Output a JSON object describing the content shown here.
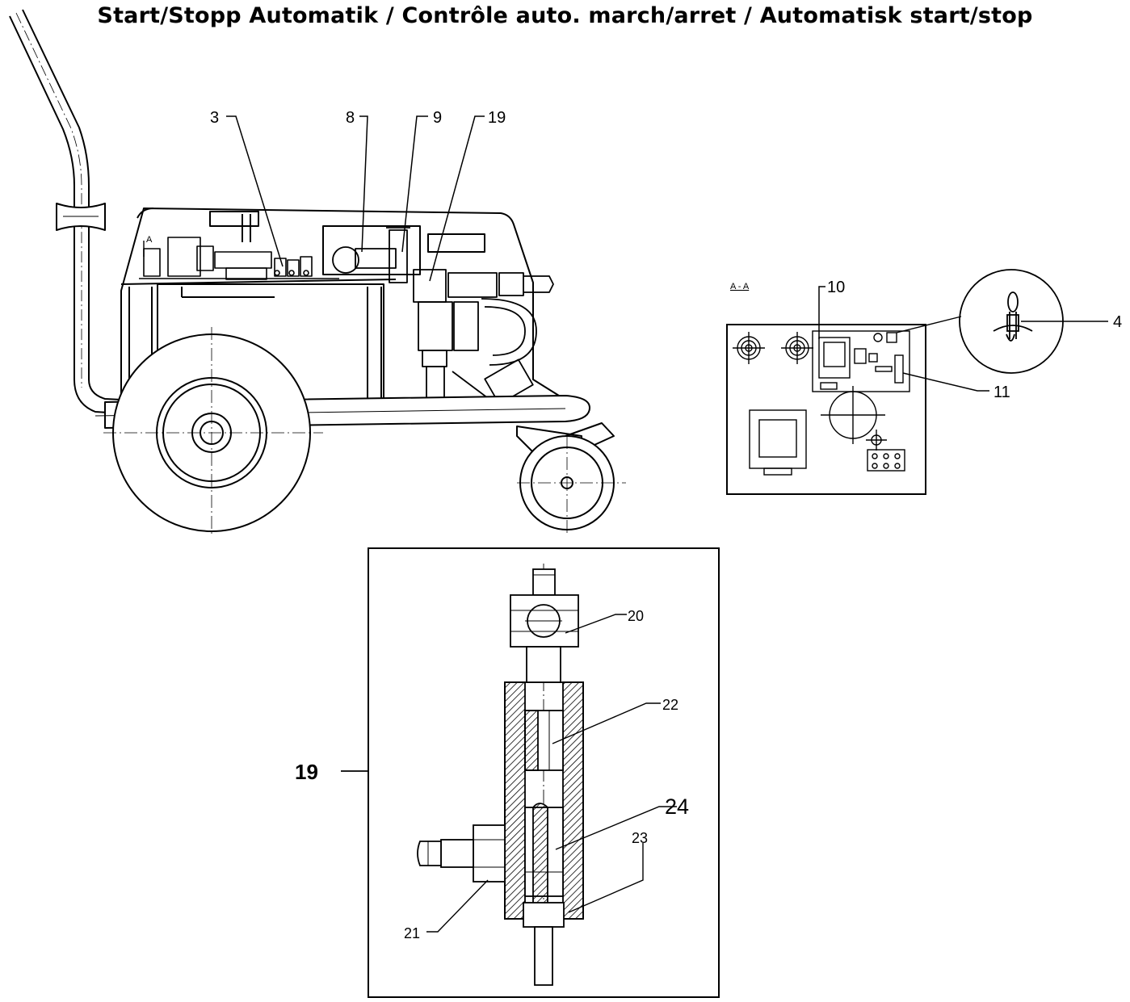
{
  "title": "Start/Stopp Automatik / Contrôle auto. march/arret / Automatisk start/stop",
  "section_label": "A - A",
  "view_marker": "A",
  "callouts": {
    "c3": "3",
    "c8": "8",
    "c9": "9",
    "c19": "19",
    "c10": "10",
    "c4": "4",
    "c11": "11",
    "c20": "20",
    "c22": "22",
    "c24": "24",
    "c23": "23",
    "c21": "21",
    "detail": "19"
  }
}
